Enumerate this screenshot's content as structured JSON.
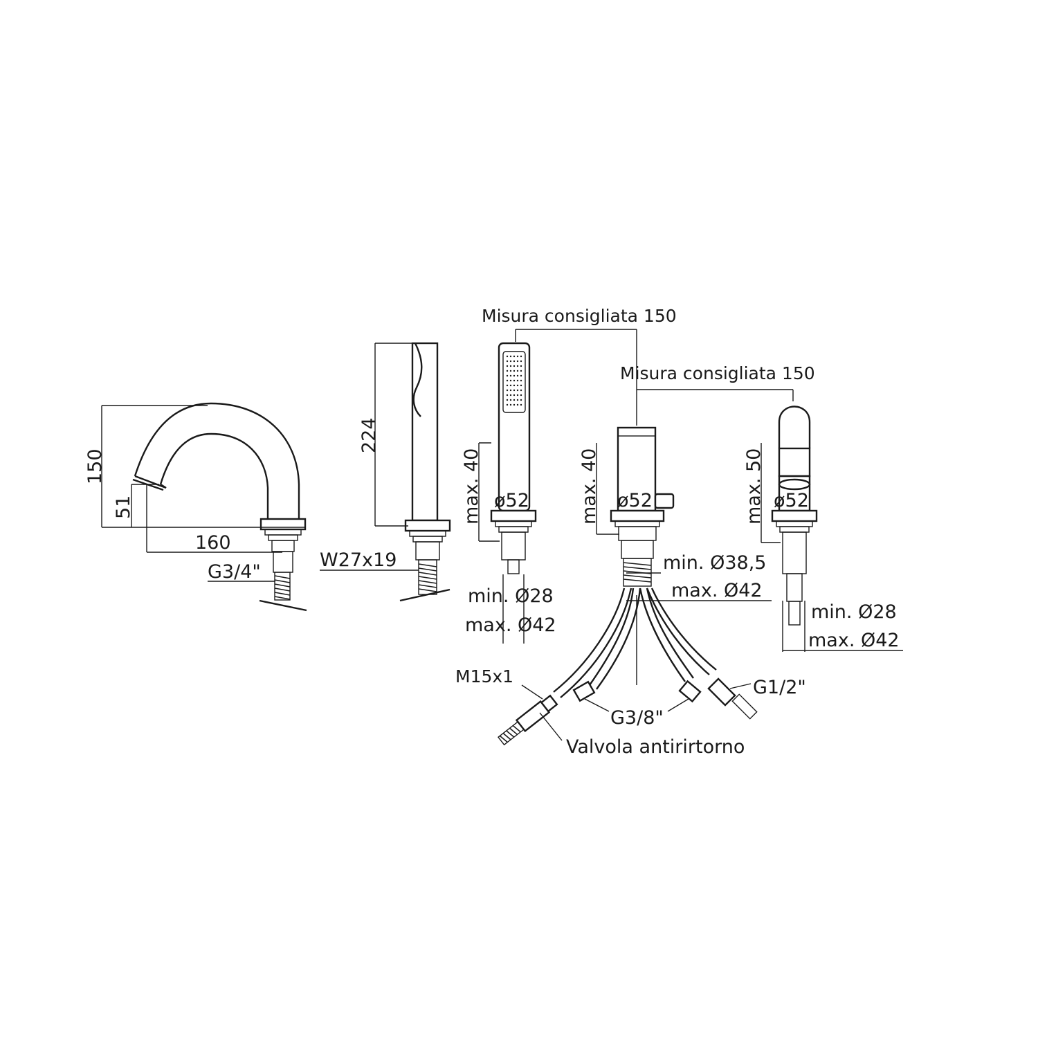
{
  "spout": {
    "height": "150",
    "outlet_height": "51",
    "projection": "160",
    "thread": "G3/4\""
  },
  "hand_shower": {
    "height": "224",
    "thread": "W27x19",
    "max_deck": "max. 40",
    "base_diameter": "ø52",
    "hole_min": "min. Ø28",
    "hole_max": "max. Ø42"
  },
  "diverter_body": {
    "max_deck": "max. 40",
    "base_diameter": "ø52",
    "hole_min": "min. Ø38,5",
    "hole_max": "max. Ø42",
    "recommended_spacing_top": "Misura consigliata 150",
    "recommended_spacing_right": "Misura consigliata 150"
  },
  "mixer": {
    "max_deck": "max. 50",
    "base_diameter": "ø52",
    "hole_min": "min. Ø28",
    "hole_max": "max. Ø42"
  },
  "hoses": {
    "thread_m15": "M15x1",
    "thread_g38": "G3/8\"",
    "thread_g12": "G1/2\"",
    "check_valve": "Valvola antirirtorno"
  }
}
